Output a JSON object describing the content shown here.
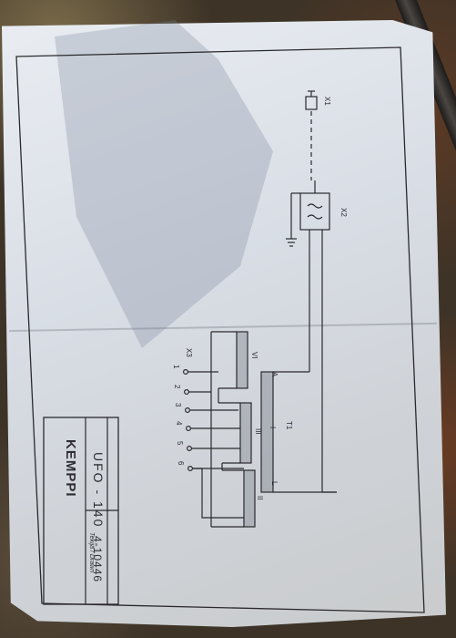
{
  "title_block": {
    "brand": "KEMPPI",
    "model": "UFO - 140",
    "subtitle": "Tekijä / Drawn",
    "number": "4-10446"
  },
  "labels": {
    "x1": "X1",
    "x2": "X2",
    "x3": "X3",
    "t1": "T1",
    "r1": "I",
    "r2": "II",
    "r3": "III",
    "r6": "VI",
    "a": "A",
    "l": "L",
    "terminals": [
      "1",
      "2",
      "3",
      "4",
      "5",
      "6"
    ]
  },
  "colors": {
    "ink": "#2a2a2e",
    "paper": "#e2e6ec"
  }
}
